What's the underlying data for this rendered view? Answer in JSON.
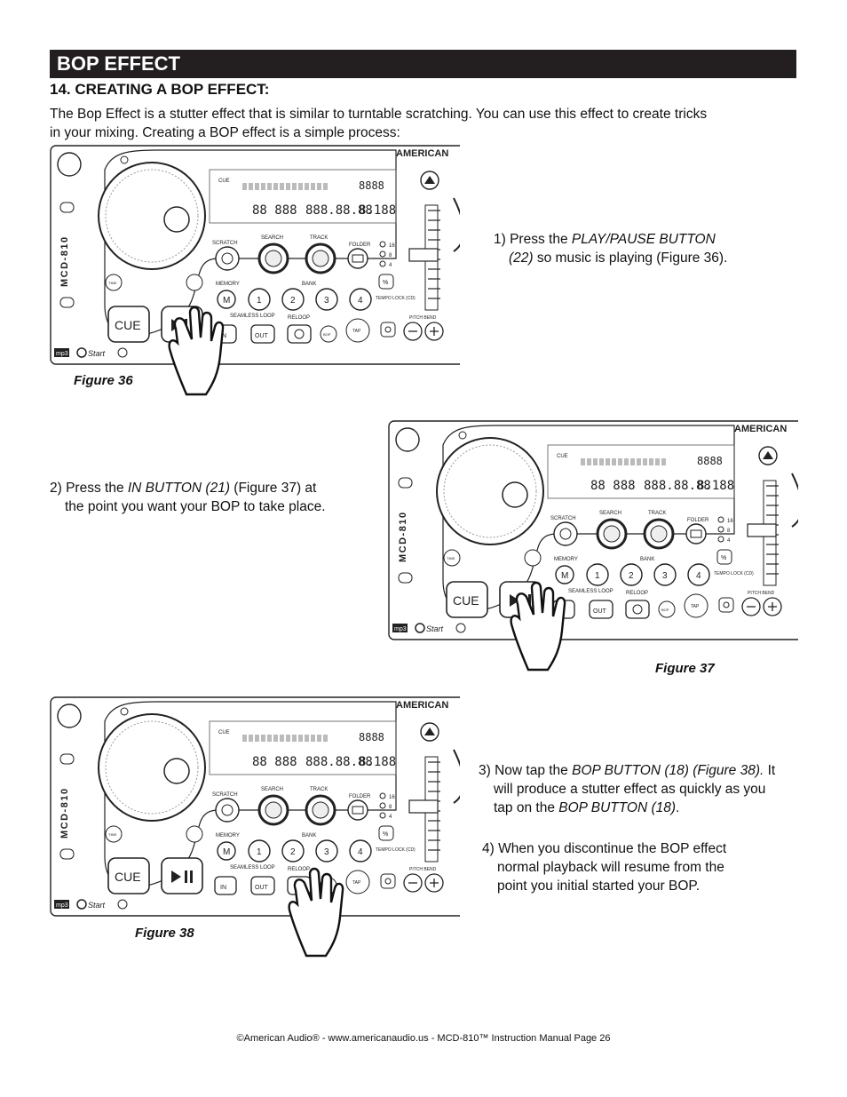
{
  "header": {
    "title": "BOP EFFECT"
  },
  "section": {
    "heading": "14.  CREATING A BOP EFFECT:"
  },
  "intro": {
    "line1": "The Bop Effect is a stutter effect that is similar to turntable scratching. You can use this effect to create tricks",
    "line2": "in your mixing. Creating a BOP effect is a simple process:"
  },
  "steps": [
    {
      "num": "1) Press the ",
      "em1": "PLAY/PAUSE BUTTON",
      "em2": "(22)",
      "rest": " so music is playing (Figure 36)."
    },
    {
      "num": "2) Press the ",
      "em1": "IN BUTTON (21)",
      "rest1": " (Figure 37) at",
      "rest2": "the point you want your BOP to take place."
    },
    {
      "num": "3)  Now tap the ",
      "em1": "BOP BUTTON (18) (Figure 38).",
      "rest1": " It",
      "line2": "will produce a stutter effect as quickly as you",
      "pre3": "tap on the ",
      "em3": "BOP BUTTON (18)",
      "post3": "."
    },
    {
      "num": "4) When you discontinue the BOP effect",
      "line2": "normal playback will resume from the",
      "line3": "point you initial started your BOP."
    }
  ],
  "figures": [
    "Figure 36",
    "Figure 37",
    "Figure 38"
  ],
  "device": {
    "brand": "AMERICAN",
    "model": "MCD-810",
    "cue": "CUE",
    "in": "IN",
    "out": "OUT",
    "memory": "MEMORY",
    "m": "M",
    "bank": "BANK",
    "bank_buttons": [
      "1",
      "2",
      "3",
      "4"
    ],
    "seamless_loop": "SEAMLESS LOOP",
    "reloop": "RELOOP",
    "bop": "BOP",
    "tap": "TAP",
    "scratch": "SCRATCH",
    "search": "SEARCH",
    "track": "TRACK",
    "folder": "FOLDER",
    "tempo_lock": "TEMPO LOCK (CD)",
    "pitch_bend": "PITCH BEND",
    "time": "TIME",
    "ranges": [
      "16",
      "8",
      "4"
    ],
    "pct": "%",
    "qstart": "Start",
    "mp3": "mp3"
  },
  "footer": {
    "text": "©American Audio®   -   www.americanaudio.us   -   MCD-810™ Instruction Manual Page 26"
  }
}
